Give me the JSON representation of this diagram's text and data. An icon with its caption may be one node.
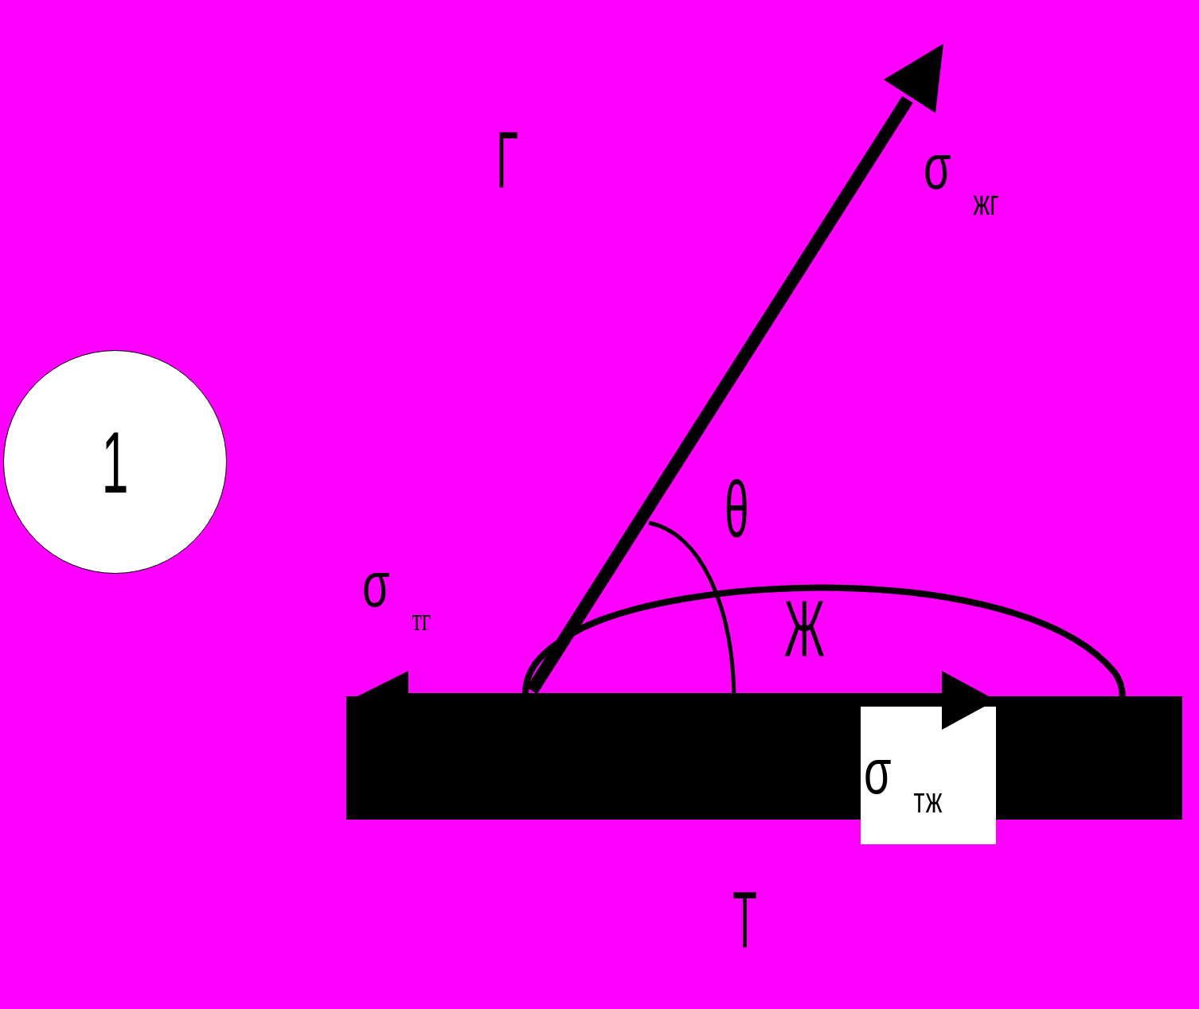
{
  "diagram": {
    "nodes": [
      {
        "text": [
          "1"
        ]
      },
      {
        "text": [
          "σ$_{тж}$"
        ]
      }
    ],
    "labels": [
      "Г",
      "σ$_{жг}$",
      "θ",
      "σ$_{тг}$",
      "Ж",
      "Т"
    ]
  }
}
